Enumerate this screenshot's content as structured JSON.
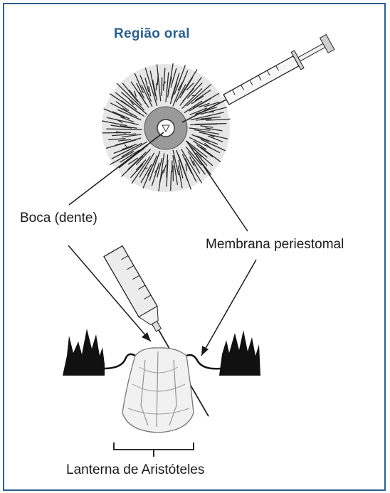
{
  "diagram": {
    "title": "Região oral",
    "labels": {
      "boca": "Boca (dente)",
      "membrana": "Membrana periestomal",
      "lanterna": "Lanterna de Aristóteles"
    }
  },
  "colors": {
    "frame_border": "#2e5e8e",
    "title": "#2b5e8c",
    "ink": "#1a1a1a"
  }
}
